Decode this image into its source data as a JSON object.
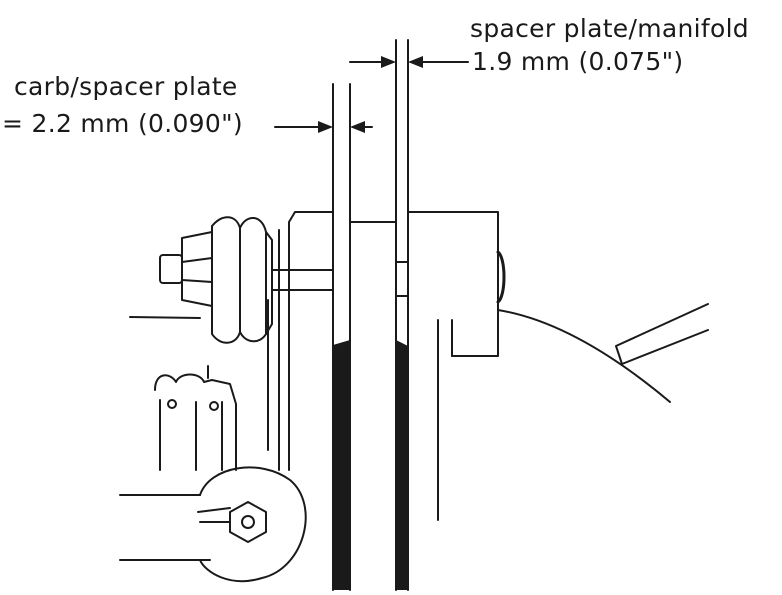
{
  "annotations": {
    "spacer_manifold": {
      "line1": "spacer plate/manifold",
      "line2": "1.9 mm (0.075\")"
    },
    "carb_spacer": {
      "line1": "carb/spacer plate",
      "line2": "= 2.2 mm (0.090\")"
    }
  },
  "colors": {
    "ink": "#1a1a1a",
    "gasket": "#1a1a1a",
    "background": "#ffffff"
  }
}
